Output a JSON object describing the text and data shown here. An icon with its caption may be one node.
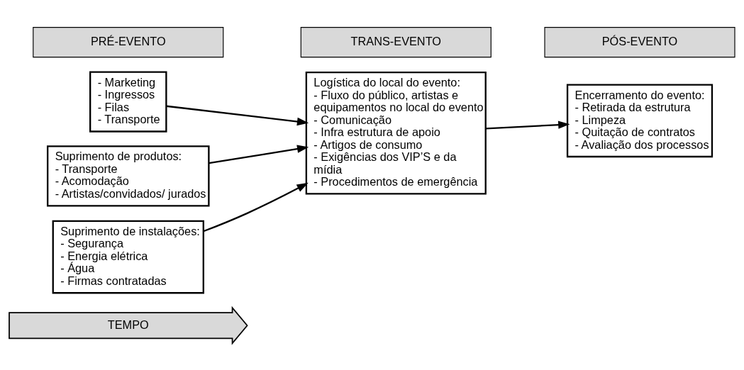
{
  "diagram": {
    "nodes": [
      {
        "text": [
          "PRÉ-EVENTO"
        ]
      },
      {
        "text": [
          "TRANS-EVENTO"
        ]
      },
      {
        "text": [
          "PÓS-EVENTO"
        ]
      },
      {
        "text": [
          "- Marketing",
          "- Ingressos",
          "- Filas",
          "- Transporte"
        ]
      },
      {
        "text": [
          "Suprimento de produtos:",
          "- Transporte",
          "- Acomodação",
          "- Artistas/convidados/ jurados"
        ]
      },
      {
        "text": [
          "Suprimento de instalações:",
          "- Segurança",
          "- Energia elétrica",
          "- Água",
          "- Firmas contratadas"
        ]
      },
      {
        "text": [
          "Logística do local do evento:",
          "- Fluxo do público, artistas e equipamentos no local do evento",
          "- Comunicação",
          "- Infra estrutura de apoio",
          "- Artigos de consumo",
          "- Exigências dos VIP’S e da mídia",
          "- Procedimentos de emergência"
        ]
      },
      {
        "text": [
          "Encerramento do evento:",
          "- Retirada da estrutura",
          "- Limpeza",
          "- Quitação de contratos",
          "- Avaliação dos processos"
        ]
      },
      {
        "text": [
          "TEMPO"
        ]
      }
    ],
    "edges": [
      {
        "from": 3,
        "to": 6,
        "arrow": "to"
      },
      {
        "from": 4,
        "to": 6,
        "arrow": "to"
      },
      {
        "from": 5,
        "to": 6,
        "arrow": "to"
      },
      {
        "from": 6,
        "to": 7,
        "arrow": "to"
      }
    ]
  }
}
